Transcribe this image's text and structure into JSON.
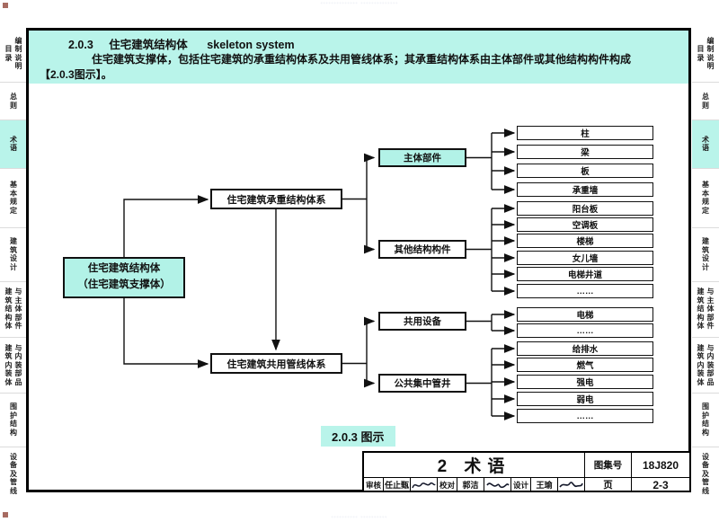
{
  "colors": {
    "accent_cyan": "#b9f4ea",
    "line_black": "#111111"
  },
  "watermark": {
    "top": "·············· ··············",
    "bottom": "·········· ··········"
  },
  "sidebar": {
    "items": [
      {
        "col1": "编制说明",
        "col2": "目录"
      },
      {
        "col1": "总则"
      },
      {
        "col1": "术语",
        "active": true
      },
      {
        "col1": "基本规定"
      },
      {
        "col1": "建筑设计"
      },
      {
        "col1": "与主体部件",
        "col2": "建筑结构体"
      },
      {
        "col1": "与内装部品",
        "col2": "建筑内装体"
      },
      {
        "col1": "围护结构"
      },
      {
        "col1": "设备及管线"
      }
    ]
  },
  "header": {
    "code": "2.0.3",
    "term": "住宅建筑结构体",
    "term_en": "skeleton system",
    "def1": "住宅建筑支撑体，包括住宅建筑的承重结构体系及共用管线体系；其承重结构体系由主体部件或其他结构构件构成",
    "def2": "【2.0.3图示】。"
  },
  "diagram": {
    "root1": "住宅建筑结构体",
    "root2": "（住宅建筑支撑体）",
    "branch1": "住宅建筑承重结构体系",
    "branch2": "住宅建筑共用管线体系",
    "groups": [
      {
        "category": "主体部件",
        "leaves": [
          "柱",
          "梁",
          "板",
          "承重墙"
        ]
      },
      {
        "category": "其他结构构件",
        "leaves": [
          "阳台板",
          "空调板",
          "楼梯",
          "女儿墙",
          "电梯井道",
          "……"
        ]
      },
      {
        "category": "共用设备",
        "leaves": [
          "电梯",
          "……"
        ]
      },
      {
        "category": "公共集中管井",
        "leaves": [
          "给排水",
          "燃气",
          "强电",
          "弱电",
          "……"
        ]
      }
    ],
    "caption": "2.0.3 图示"
  },
  "titleblock": {
    "section": "2 术语",
    "atlas_label": "图集号",
    "atlas_no": "18J820",
    "page_label": "页",
    "page_no": "2-3",
    "audit_label": "审核",
    "audit_name": "任止甄",
    "proof_label": "校对",
    "proof_name": "郭洁",
    "design_label": "设计",
    "design_name": "王瑜"
  }
}
